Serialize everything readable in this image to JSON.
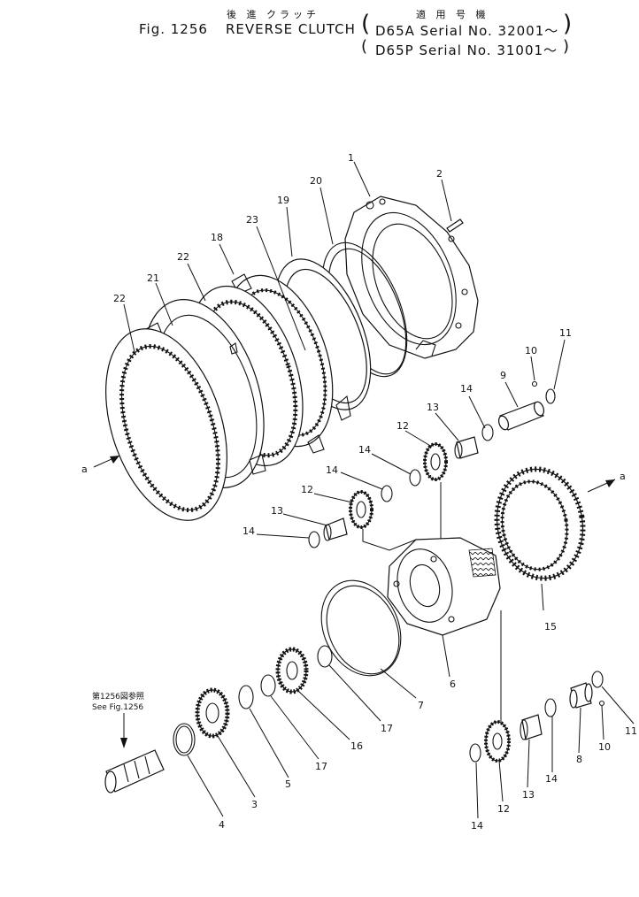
{
  "header": {
    "fig_label": "Fig. 1256",
    "title_jp": "後 進 クラッチ",
    "title_en": "REVERSE CLUTCH",
    "applicable_jp": "適 用 号 機",
    "serial_line_1": "D65A  Serial  No.  32001～",
    "serial_line_2": "D65P  Serial  No.  31001～"
  },
  "callouts": {
    "c1": "1",
    "c2": "2",
    "c20": "20",
    "c19": "19",
    "c23": "23",
    "c18": "18",
    "c22a": "22",
    "c21": "21",
    "c22b": "22",
    "c10a": "10",
    "c11a": "11",
    "c9": "9",
    "c14a": "14",
    "c13a": "13",
    "c12a": "12",
    "c14b": "14",
    "c14c": "14",
    "c12b": "12",
    "c13b": "13",
    "c14d": "14",
    "ca_left": "a",
    "ca_right": "a",
    "c15": "15",
    "c6": "6",
    "c7": "7",
    "c17a": "17",
    "c17b": "17",
    "c16": "16",
    "c5": "5",
    "c3": "3",
    "c4": "4",
    "c10b": "10",
    "c11b": "11",
    "c8": "8",
    "c14e": "14",
    "c13c": "13",
    "c12c": "12",
    "c14f": "14"
  },
  "reference_note": {
    "jp": "第1256図参照",
    "en": "See Fig.1256"
  }
}
